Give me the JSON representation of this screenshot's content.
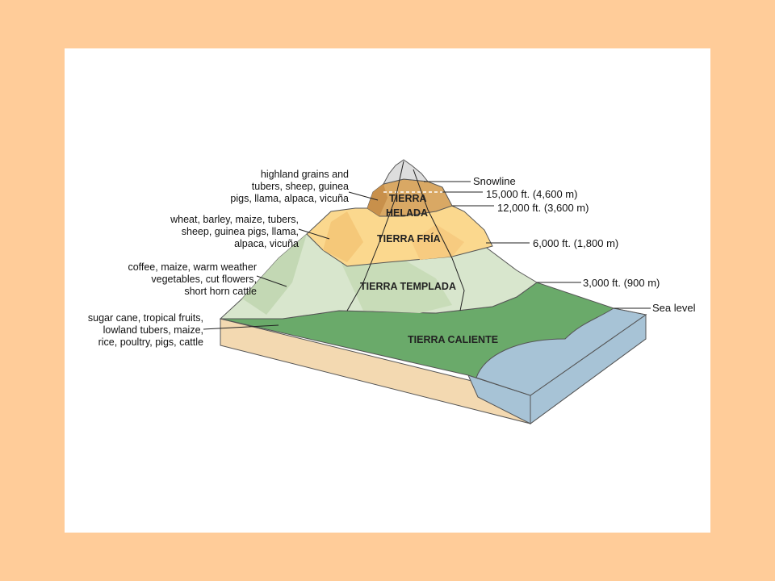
{
  "colors": {
    "background": "#ffcc99",
    "panel": "#ffffff",
    "snow": "#dddddd",
    "tierra_helada": "#d9a864",
    "tierra_fria": "#fbd88e",
    "tierra_templada": "#d8e6cd",
    "tierra_caliente": "#6aaa6a",
    "water": "#a7c3d6",
    "soil": "#f3d9b1"
  },
  "zones": {
    "helada_line1": "TIERRA",
    "helada_line2": "HELADA",
    "fria": "TIERRA FRÍA",
    "templada": "TIERRA TEMPLADA",
    "caliente": "TIERRA CALIENTE"
  },
  "crops": {
    "helada": [
      "highland grains and",
      "tubers, sheep, guinea",
      "pigs, llama, alpaca, vicuña"
    ],
    "fria": [
      "wheat, barley, maize, tubers,",
      "sheep, guinea pigs, llama,",
      "alpaca, vicuña"
    ],
    "templada": [
      "coffee, maize, warm weather",
      "vegetables, cut flowers,",
      "short horn cattle"
    ],
    "caliente": [
      "sugar cane, tropical fruits,",
      "lowland tubers, maize,",
      "rice, poultry, pigs, cattle"
    ]
  },
  "elevations": {
    "snowline": "Snowline",
    "e15000": "15,000 ft. (4,600 m)",
    "e12000": "12,000 ft. (3,600 m)",
    "e6000": "6,000 ft. (1,800 m)",
    "e3000": "3,000 ft. (900 m)",
    "sea": "Sea level"
  }
}
